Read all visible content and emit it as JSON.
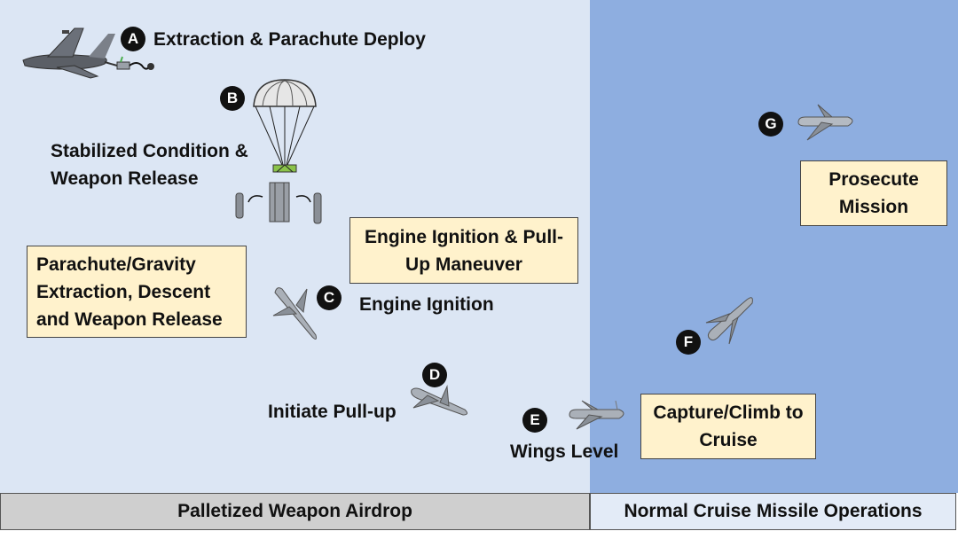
{
  "steps": [
    {
      "letter": "A",
      "label": "Extraction & Parachute Deploy"
    },
    {
      "letter": "B",
      "label_lines": [
        "Stabilized Condition &",
        "Weapon Release"
      ]
    },
    {
      "letter": "C",
      "label": "Engine Ignition"
    },
    {
      "letter": "D",
      "label": "Initiate Pull-up"
    },
    {
      "letter": "E",
      "label": "Wings Level"
    },
    {
      "letter": "F"
    },
    {
      "letter": "G"
    }
  ],
  "boxes": {
    "parachute_gravity": [
      "Parachute/Gravity",
      "Extraction, Descent",
      "and Weapon Release"
    ],
    "engine_pullup": [
      "Engine Ignition & Pull-",
      "Up Maneuver"
    ],
    "capture_climb": [
      "Capture/Climb to",
      "Cruise"
    ],
    "prosecute": [
      "Prosecute",
      "Mission"
    ]
  },
  "bottom_bar": {
    "left": "Palletized Weapon Airdrop",
    "right": "Normal Cruise Missile Operations"
  },
  "colors": {
    "left_panel": "#dce6f4",
    "right_panel": "#8eaee0",
    "box_fill": "#fff2cc",
    "badge": "#111111"
  },
  "icons": [
    "cargo-aircraft-icon",
    "parachute-icon",
    "weapon-pallet-icon",
    "missile-icon"
  ]
}
